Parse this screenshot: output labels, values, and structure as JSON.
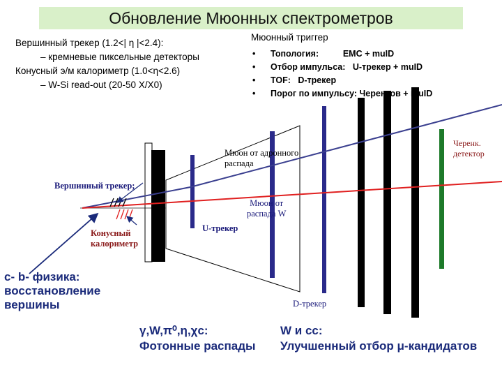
{
  "title": "Обновление Мюонных спектрометров",
  "left_notes": {
    "line1": "Вершинный трекер (1.2<| η |<2.4):",
    "line2": "– кремневые пиксельные детекторы",
    "line3": "Конусный э/м калориметр (1.0<η<2.6)",
    "line4": "– W-Si read-out (20-50 X/X0)"
  },
  "trigger": {
    "heading": "Мюонный триггер",
    "items": [
      "Топология:          EMC + muID",
      "Отбор импульса:   U-трекер + muID",
      "TOF:   D-трекер",
      "Порог по импульсу: Черенков + muID"
    ]
  },
  "labels": {
    "cherenkov": "Черенк.\nдетектор",
    "muon_hadron": "Мюон от адронного\nраспада",
    "vertex_tracker": "Вершинный трекер;",
    "muon_w": "Мюон от\nраспада W",
    "u_tracker": "U-трекер",
    "conic_calorimeter": "Конусный\nкалориметр",
    "d_tracker": "D-трекер"
  },
  "bottom": {
    "cb_physics": "c- b- физика:\nвосстановление\nвершины",
    "photon_symbols": "γ,W,π⁰,η,χc:",
    "photon_decays": "Фотонные распады",
    "w_cc": "W и cc:",
    "improved": "Улучшенный отбор μ-кандидатов"
  },
  "colors": {
    "title_bg": "#d9f0c9",
    "muon_hadron_line": "#3a3f8f",
    "muon_w_line": "#e02020",
    "tracker_plates": "#2a2a8a",
    "muid_plates": "#000000",
    "cherenkov_plate": "#1d7a2a",
    "label_text": "#1a1a7a"
  },
  "icons": [
    "arrow-icon"
  ]
}
